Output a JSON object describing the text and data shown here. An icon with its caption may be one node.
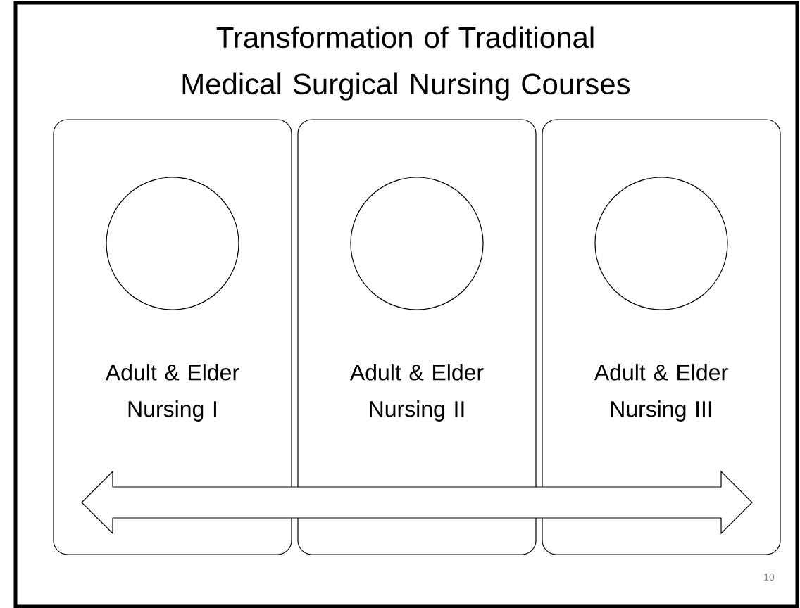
{
  "diagram": {
    "title": "Transformation of Traditional Medical Surgical Nursing Courses",
    "nodes": [
      {
        "text": [
          "Adult & Elder Nursing I"
        ]
      },
      {
        "text": [],
        "shape": "circle",
        "in": 0
      },
      {
        "text": [
          "Adult & Elder Nursing II"
        ]
      },
      {
        "text": [],
        "shape": "circle",
        "in": 2
      },
      {
        "text": [
          "Adult & Elder Nursing III"
        ]
      },
      {
        "text": [],
        "shape": "circle",
        "in": 4
      }
    ],
    "edges": [],
    "labels": [
      "10"
    ]
  }
}
